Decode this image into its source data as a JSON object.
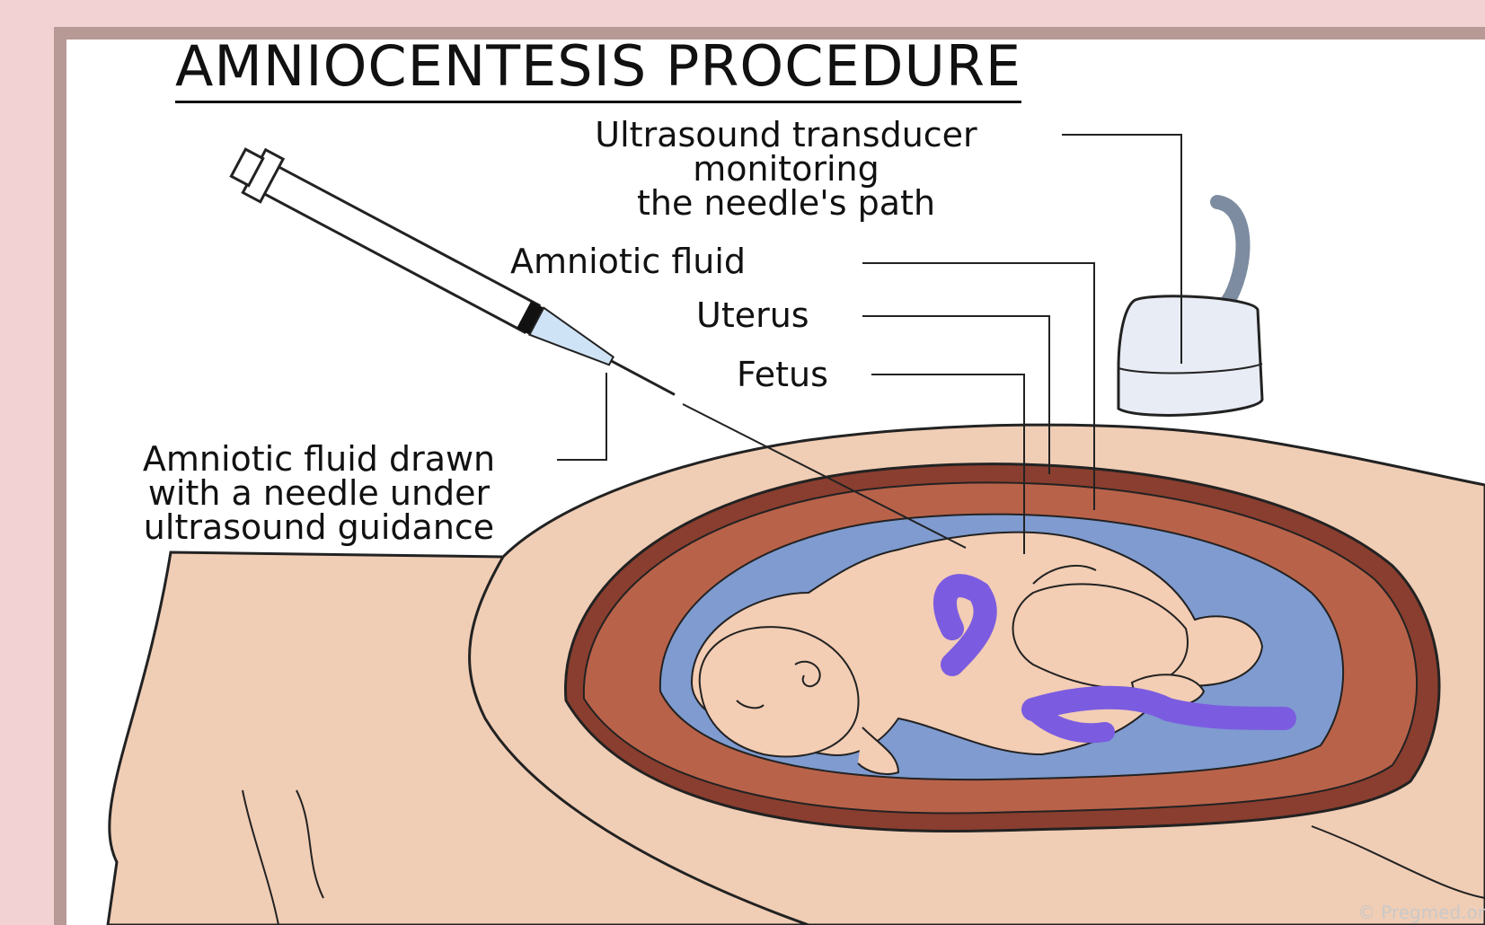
{
  "title": "AMNIOCENTESIS PROCEDURE",
  "labels": {
    "transducer": [
      "Ultrasound transducer",
      "monitoring",
      "the needle's path"
    ],
    "amniotic_fluid": "Amniotic fluid",
    "uterus": "Uterus",
    "fetus": "Fetus",
    "needle": [
      "Amniotic fluid drawn",
      "with a needle under",
      "ultrasound guidance"
    ]
  },
  "watermark": "© Pregmed.or",
  "colors": {
    "background": "#f2d2d2",
    "frame": "#b79996",
    "skin": "#f0cdb5",
    "uterus_wall": "#b9624a",
    "uterus_outer": "#8a3e2f",
    "amniotic_fluid": "#7f9bd0",
    "umbilical_cord": "#7b5ce0"
  }
}
